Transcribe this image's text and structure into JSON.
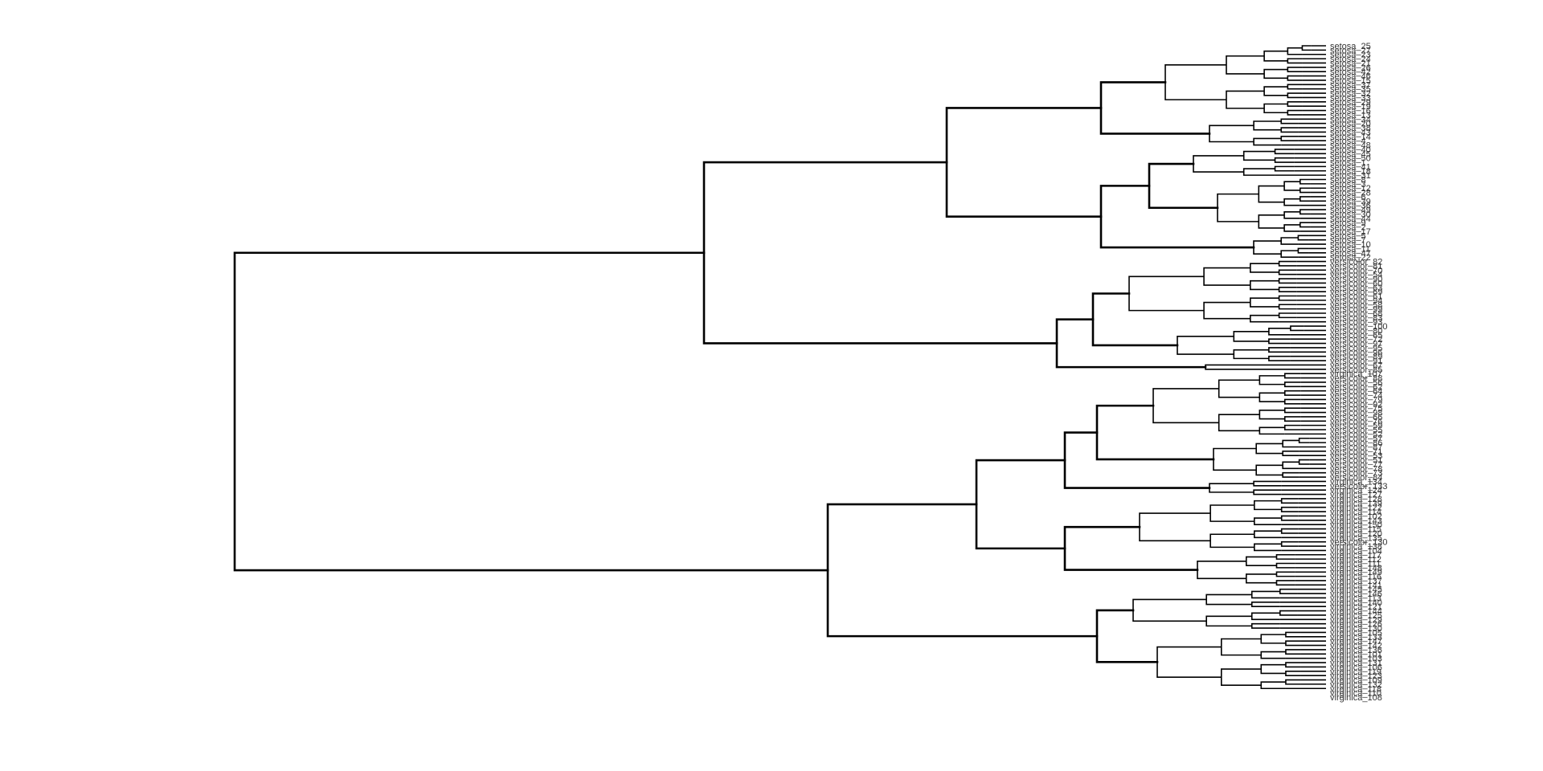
{
  "leaves": [
    "setosa_25",
    "setosa_27",
    "setosa_23",
    "setosa_24",
    "setosa_21",
    "setosa_26",
    "setosa_42",
    "setosa_46",
    "setosa_15",
    "setosa_37",
    "setosa_35",
    "setosa_32",
    "setosa_33",
    "setosa_29",
    "setosa_19",
    "setosa_16",
    "setosa_13",
    "setosa_34",
    "setosa_20",
    "setosa_38",
    "setosa_43",
    "setosa_14",
    "setosa_4",
    "setosa_48",
    "setosa_40",
    "setosa_45",
    "setosa_50",
    "setosa_1",
    "setosa_41",
    "setosa_18",
    "setosa_31",
    "setosa_8",
    "setosa_3",
    "setosa_12",
    "setosa_28",
    "setosa_6",
    "setosa_39",
    "setosa_36",
    "setosa_49",
    "setosa_30",
    "setosa_44",
    "setosa_9",
    "setosa_2",
    "setosa_17",
    "setosa_5",
    "setosa_7",
    "setosa_10",
    "setosa_11",
    "setosa_47",
    "setosa_22",
    "versicolor_82",
    "versicolor_81",
    "versicolor_70",
    "versicolor_54",
    "versicolor_90",
    "versicolor_60",
    "versicolor_63",
    "versicolor_69",
    "versicolor_61",
    "versicolor_94",
    "versicolor_58",
    "versicolor_99",
    "versicolor_68",
    "versicolor_83",
    "versicolor_93",
    "versicolor_100",
    "versicolor_80",
    "versicolor_65",
    "versicolor_72",
    "versicolor_97",
    "versicolor_95",
    "versicolor_96",
    "versicolor_89",
    "versicolor_91",
    "versicolor_67",
    "versicolor_85",
    "virginica_107",
    "versicolor_88",
    "versicolor_56",
    "versicolor_62",
    "versicolor_64",
    "versicolor_74",
    "versicolor_79",
    "versicolor_92",
    "versicolor_75",
    "versicolor_98",
    "versicolor_66",
    "versicolor_76",
    "versicolor_59",
    "versicolor_55",
    "versicolor_52",
    "versicolor_57",
    "versicolor_86",
    "versicolor_87",
    "versicolor_71",
    "versicolor_53",
    "versicolor_51",
    "versicolor_77",
    "versicolor_78",
    "versicolor_73",
    "versicolor_84",
    "virginica_134",
    "versicolor_133",
    "virginica_124",
    "virginica_127",
    "virginica_128",
    "virginica_139",
    "virginica_122",
    "virginica_114",
    "virginica_102",
    "virginica_143",
    "virginica_150",
    "virginica_115",
    "virginica_120",
    "virginica_135",
    "versicolor_130",
    "virginica_138",
    "virginica_104",
    "virginica_117",
    "virginica_112",
    "virginica_111",
    "virginica_148",
    "virginica_149",
    "virginica_116",
    "virginica_137",
    "virginica_141",
    "virginica_145",
    "virginica_146",
    "virginica_113",
    "virginica_140",
    "virginica_121",
    "virginica_144",
    "virginica_125",
    "virginica_129",
    "virginica_126",
    "virginica_130",
    "virginica_105",
    "virginica_133",
    "virginica_147",
    "virginica_142",
    "virginica_136",
    "virginica_101",
    "virginica_103",
    "virginica_131",
    "virginica_106",
    "virginica_119",
    "virginica_123",
    "virginica_109",
    "virginica_132",
    "virginica_118",
    "virginica_110",
    "virginica_108"
  ]
}
